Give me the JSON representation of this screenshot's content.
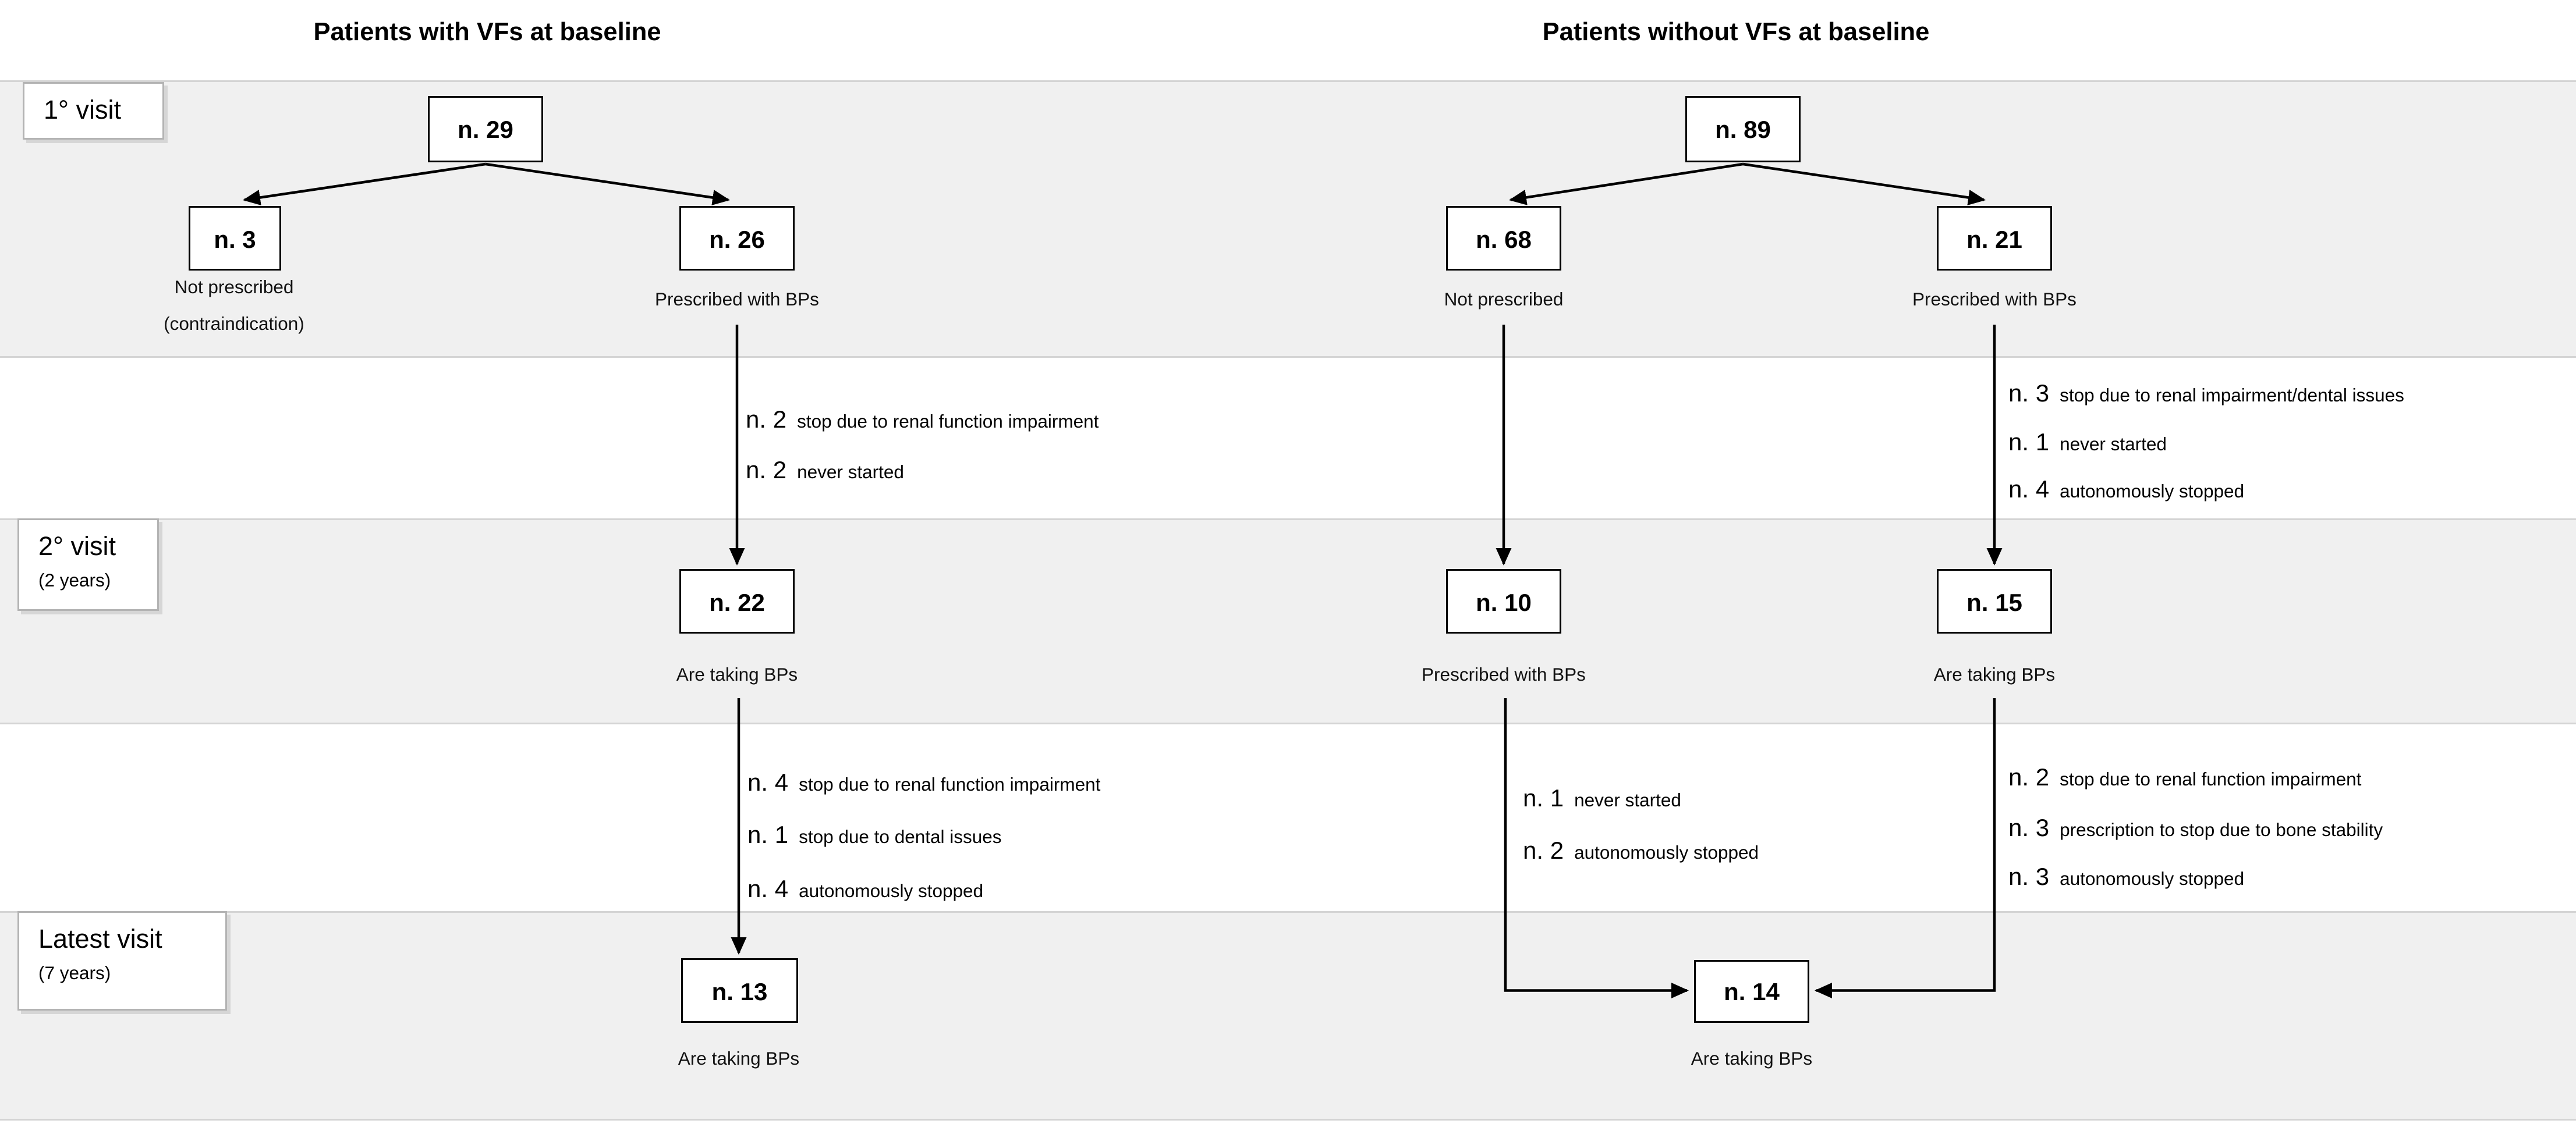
{
  "titles": {
    "left": "Patients with VFs at baseline",
    "right": "Patients without VFs at baseline"
  },
  "row_labels": {
    "visit1": {
      "label": "1° visit"
    },
    "visit2": {
      "label": "2° visit",
      "sub": "(2 years)"
    },
    "visit3": {
      "label": "Latest visit",
      "sub": "(7 years)"
    }
  },
  "nodes": {
    "n29": {
      "value": "n. 29"
    },
    "n3": {
      "value": "n. 3",
      "caption1": "Not prescribed",
      "caption2": "(contraindication)"
    },
    "n26": {
      "value": "n. 26",
      "caption1": "Prescribed with BPs"
    },
    "n89": {
      "value": "n. 89"
    },
    "n68": {
      "value": "n. 68",
      "caption1": "Not prescribed"
    },
    "n21": {
      "value": "n. 21",
      "caption1": "Prescribed with BPs"
    },
    "n22": {
      "value": "n. 22",
      "caption1": "Are taking BPs"
    },
    "n10": {
      "value": "n. 10",
      "caption1": "Prescribed with BPs"
    },
    "n15": {
      "value": "n. 15",
      "caption1": "Are taking BPs"
    },
    "n13": {
      "value": "n. 13",
      "caption1": "Are taking BPs"
    },
    "n14": {
      "value": "n. 14",
      "caption1": "Are taking BPs"
    }
  },
  "dropouts": {
    "with_vfs_visit2": [
      {
        "n": "n. 2",
        "reason": "stop due to renal function impairment"
      },
      {
        "n": "n. 2",
        "reason": "never started"
      }
    ],
    "without_vfs_visit2": [
      {
        "n": "n. 3",
        "reason": "stop due to renal impairment/dental issues"
      },
      {
        "n": "n. 1",
        "reason": "never started"
      },
      {
        "n": "n. 4",
        "reason": "autonomously stopped"
      }
    ],
    "with_vfs_latest": [
      {
        "n": "n. 4",
        "reason": "stop due to renal function impairment"
      },
      {
        "n": "n. 1",
        "reason": "stop due to dental issues"
      },
      {
        "n": "n. 4",
        "reason": "autonomously stopped"
      }
    ],
    "without_vfs_notprescribed_latest": [
      {
        "n": "n. 1",
        "reason": "never started"
      },
      {
        "n": "n. 2",
        "reason": "autonomously stopped"
      }
    ],
    "without_vfs_prescribed_latest": [
      {
        "n": "n. 2",
        "reason": "stop due to renal function impairment"
      },
      {
        "n": "n. 3",
        "reason": "prescription to stop due to bone stability"
      },
      {
        "n": "n. 3",
        "reason": "autonomously stopped"
      }
    ]
  },
  "colors": {
    "band_bg": "#f0f0f0",
    "band_border": "#d4d4d4",
    "node_border": "#000000",
    "label_box_border": "#b3b3b3",
    "connector": "#000000",
    "text": "#000000"
  }
}
